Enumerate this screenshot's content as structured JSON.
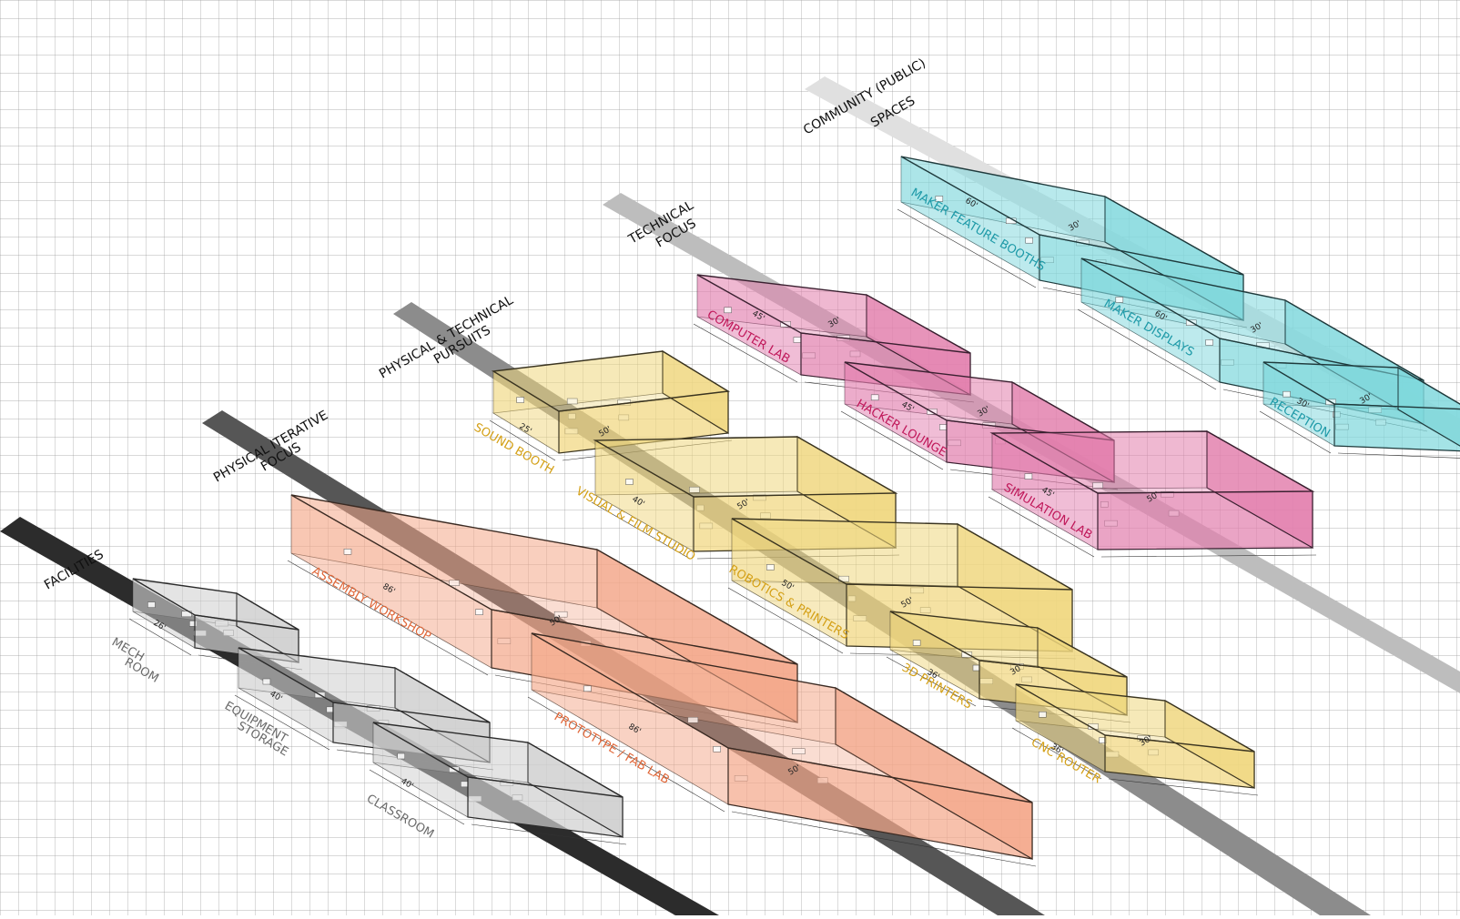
{
  "bands": {
    "facilities": "FACILITIES",
    "physical_iterative": [
      "PHYSICAL ITERATIVE",
      "FOCUS"
    ],
    "physical_technical": [
      "PHYSICAL & TECHNICAL",
      "PURSUITS"
    ],
    "technical": [
      "TECHNICAL",
      "FOCUS"
    ],
    "community": [
      "COMMUNITY (PUBLIC)",
      "SPACES"
    ]
  },
  "rooms": [
    {
      "id": "mech-room",
      "name": [
        "MECH",
        "ROOM"
      ],
      "dims": [
        "26'",
        ""
      ],
      "category": "facilities"
    },
    {
      "id": "equipment-storage",
      "name": [
        "EQUIPMENT",
        "STORAGE"
      ],
      "dims": [
        "40'",
        ""
      ],
      "category": "facilities"
    },
    {
      "id": "classroom",
      "name": [
        "CLASSROOM"
      ],
      "dims": [
        "40'",
        ""
      ],
      "category": "facilities"
    },
    {
      "id": "assembly-workshop",
      "name": [
        "ASSEMBLY WORKSHOP"
      ],
      "dims": [
        "86'",
        "50'"
      ],
      "category": "physical_iterative"
    },
    {
      "id": "prototype-fab-lab",
      "name": [
        "PROTOTYPE / FAB LAB"
      ],
      "dims": [
        "86'",
        "50'"
      ],
      "category": "physical_iterative"
    },
    {
      "id": "sound-booth",
      "name": [
        "SOUND BOOTH"
      ],
      "dims": [
        "25'",
        "50'"
      ],
      "category": "physical_technical"
    },
    {
      "id": "visual-film-studio",
      "name": [
        "VISUAL & FILM STUDIO"
      ],
      "dims": [
        "40'",
        "50'"
      ],
      "category": "physical_technical"
    },
    {
      "id": "robotics-printers",
      "name": [
        "ROBOTICS & PRINTERS"
      ],
      "dims": [
        "50'",
        "50'"
      ],
      "category": "physical_technical"
    },
    {
      "id": "3d-printers",
      "name": [
        "3D PRINTERS"
      ],
      "dims": [
        "36'",
        "30'"
      ],
      "category": "physical_technical"
    },
    {
      "id": "cnc-router",
      "name": [
        "CNC ROUTER"
      ],
      "dims": [
        "36'",
        "30'"
      ],
      "category": "physical_technical"
    },
    {
      "id": "computer-lab",
      "name": [
        "COMPUTER LAB"
      ],
      "dims": [
        "45'",
        "30'"
      ],
      "category": "technical"
    },
    {
      "id": "hacker-lounge",
      "name": [
        "HACKER LOUNGE"
      ],
      "dims": [
        "45'",
        "30'"
      ],
      "category": "technical"
    },
    {
      "id": "simulation-lab",
      "name": [
        "SIMULATION LAB"
      ],
      "dims": [
        "45'",
        "50'"
      ],
      "category": "technical"
    },
    {
      "id": "maker-feature-booths",
      "name": [
        "MAKER FEATURE BOOTHS"
      ],
      "dims": [
        "60'",
        "30'"
      ],
      "category": "community"
    },
    {
      "id": "maker-displays",
      "name": [
        "MAKER DISPLAYS"
      ],
      "dims": [
        "60'",
        "30'"
      ],
      "category": "community"
    },
    {
      "id": "reception",
      "name": [
        "RECEPTION"
      ],
      "dims": [
        "30'",
        "30'"
      ],
      "category": "community"
    }
  ],
  "colors": {
    "grid": "#9a9a9a",
    "facilities": {
      "fill": "#cfcfcf",
      "stroke": "#2b2b2b",
      "text": "#6b6b6b"
    },
    "physical_iterative": {
      "fill": "#f4a88a",
      "stroke": "#3a2a22",
      "text": "#e0683a"
    },
    "physical_technical": {
      "fill": "#f0d77e",
      "stroke": "#3a3420",
      "text": "#d4a017"
    },
    "technical": {
      "fill": "#e27fae",
      "stroke": "#3a2030",
      "text": "#c0185a"
    },
    "community": {
      "fill": "#7fd8dc",
      "stroke": "#1f3a3c",
      "text": "#1e9aa8"
    },
    "band_dark": "#2c2c2c",
    "band_mid": "#6e6e6e",
    "band_light": "#9a9a9a",
    "band_lighter": "#c4c4c4",
    "band_lightest": "#e2e2e2"
  }
}
